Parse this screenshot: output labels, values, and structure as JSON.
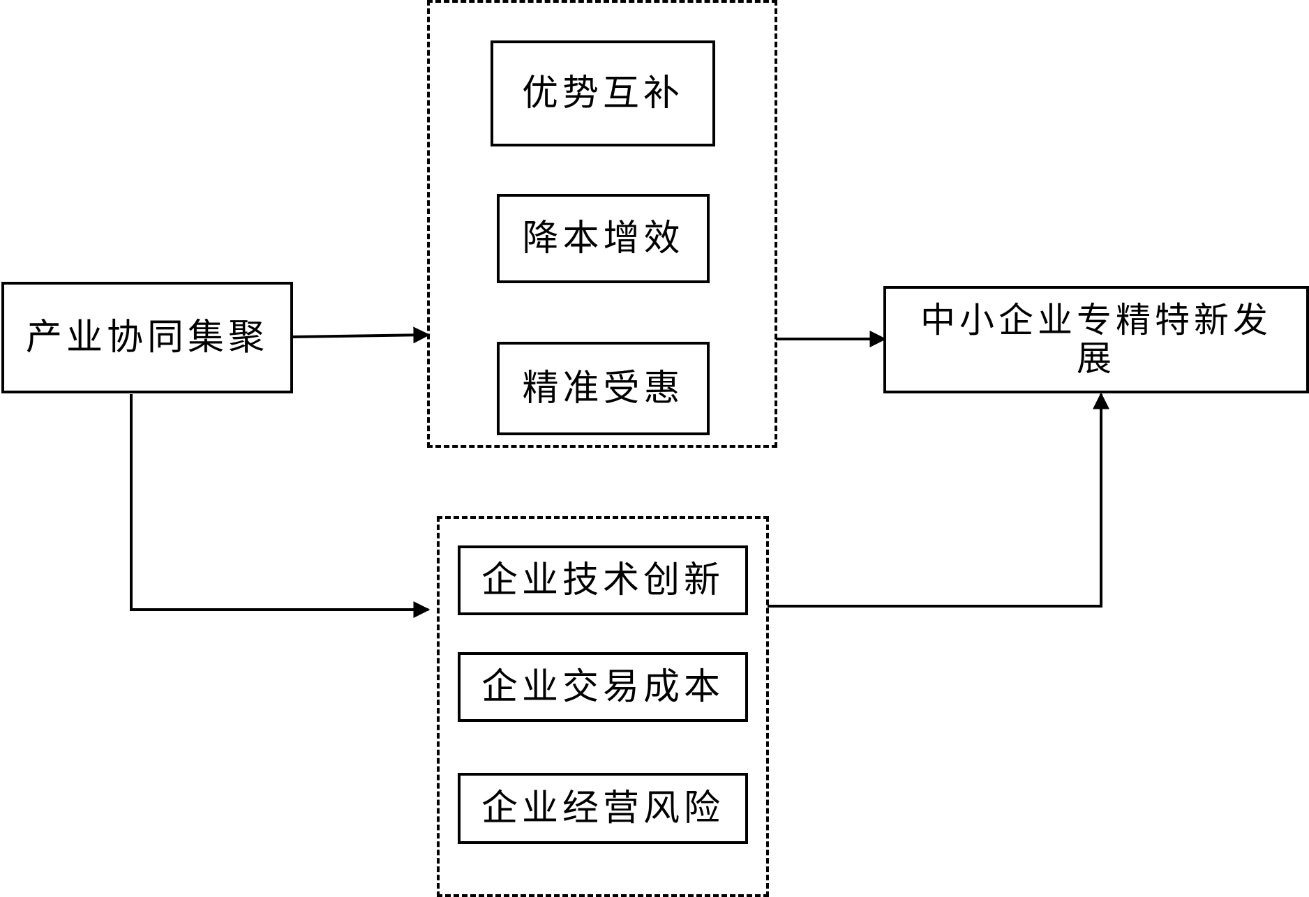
{
  "diagram": {
    "source": {
      "label": "产业协同集聚"
    },
    "target": {
      "label": "中小企业专精特新发展"
    },
    "upper_group": {
      "items": [
        {
          "label": "优势互补"
        },
        {
          "label": "降本增效"
        },
        {
          "label": "精准受惠"
        }
      ]
    },
    "lower_group": {
      "items": [
        {
          "label": "企业技术创新"
        },
        {
          "label": "企业交易成本"
        },
        {
          "label": "企业经营风险"
        }
      ]
    },
    "edges": [
      {
        "from": "source",
        "to": "upper_group"
      },
      {
        "from": "source",
        "to": "lower_group"
      },
      {
        "from": "upper_group",
        "to": "target"
      },
      {
        "from": "lower_group",
        "to": "target"
      }
    ]
  }
}
